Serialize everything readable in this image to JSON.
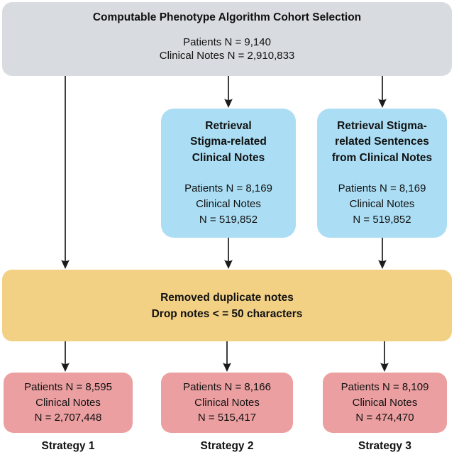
{
  "cohort": {
    "title": "Computable Phenotype Algorithm Cohort Selection",
    "patients": "Patients N = 9,140",
    "notes": "Clinical Notes N = 2,910,833"
  },
  "retrieval_notes": {
    "title_lines": [
      "Retrieval",
      "Stigma-related",
      "Clinical Notes"
    ],
    "stats_lines": [
      "Patients N = 8,169",
      "Clinical Notes",
      "N = 519,852"
    ]
  },
  "retrieval_sentences": {
    "title_lines": [
      "Retrieval Stigma-",
      "related Sentences",
      "from Clinical Notes"
    ],
    "stats_lines": [
      "Patients N = 8,169",
      "Clinical Notes",
      "N = 519,852"
    ]
  },
  "filter": {
    "lines": [
      "Removed duplicate notes",
      "Drop notes < = 50 characters"
    ]
  },
  "results": [
    {
      "lines": [
        "Patients N = 8,595",
        "Clinical Notes",
        "N = 2,707,448"
      ],
      "label": "Strategy 1"
    },
    {
      "lines": [
        "Patients N = 8,166",
        "Clinical Notes",
        "N = 515,417"
      ],
      "label": "Strategy 2"
    },
    {
      "lines": [
        "Patients N = 8,109",
        "Clinical Notes",
        "N = 474,470"
      ],
      "label": "Strategy 3"
    }
  ],
  "colors": {
    "cohort_fill": "#d8dbe0",
    "retrieval_fill": "#abdef4",
    "filter_fill": "#f2d185",
    "result_fill": "#eb9fa1",
    "arrow": "#1c1c1c",
    "background": "#ffffff"
  }
}
